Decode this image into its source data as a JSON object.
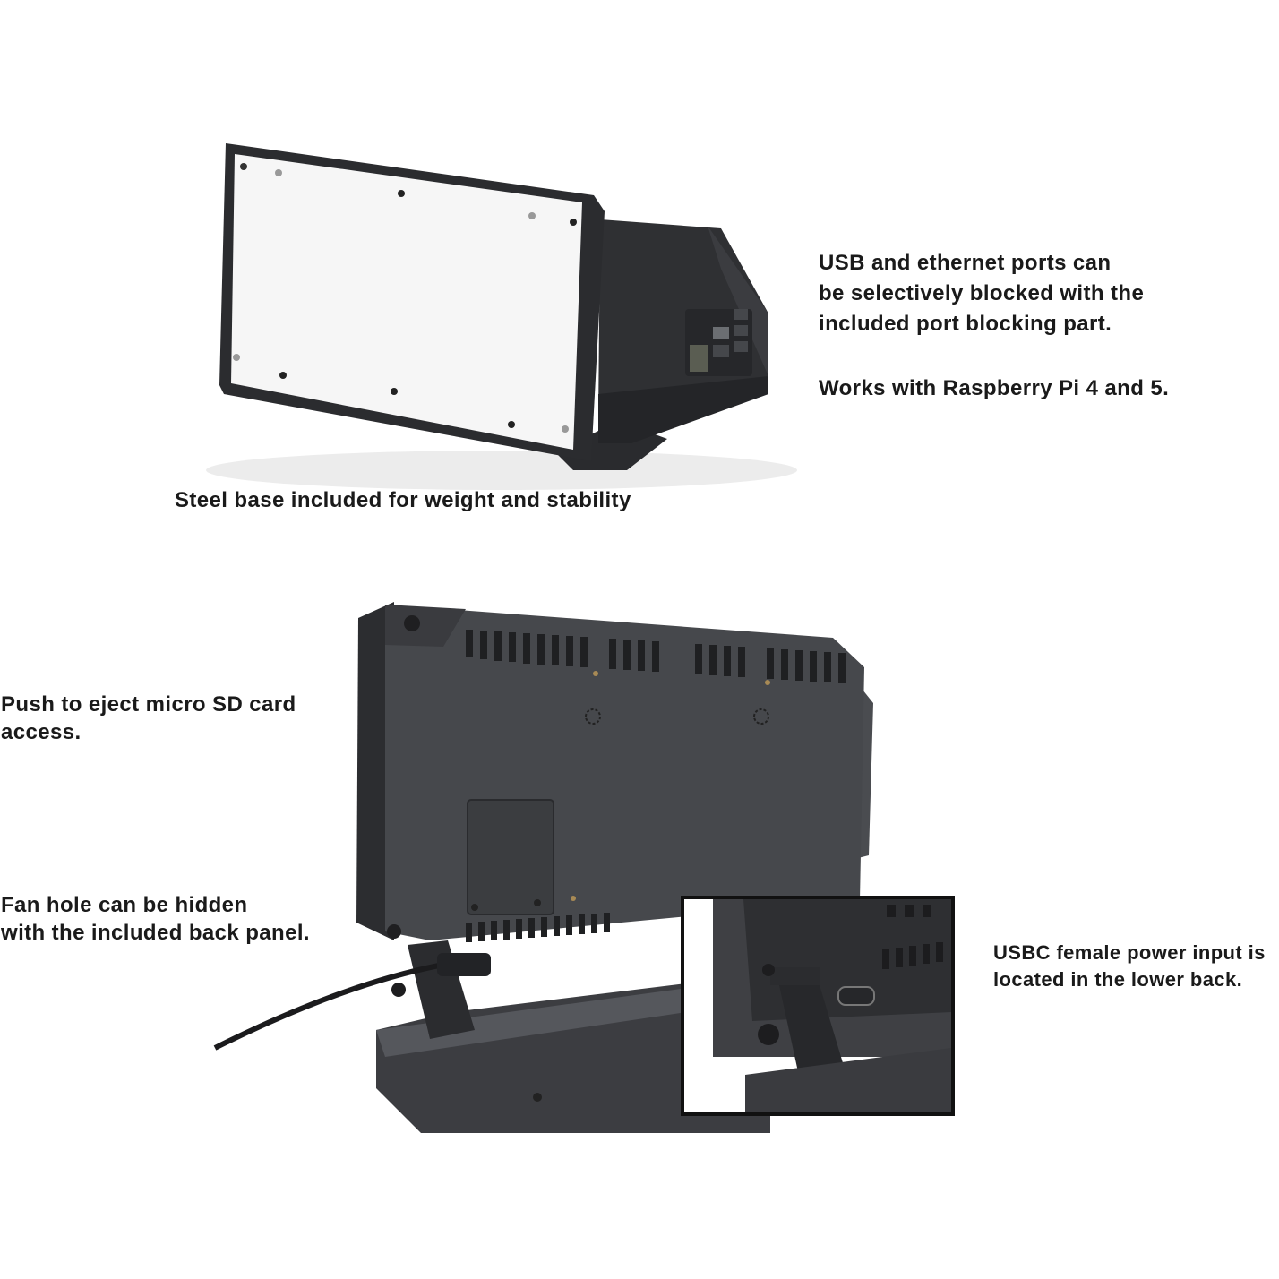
{
  "captions": {
    "ports": {
      "lines": [
        "USB and ethernet ports can",
        "be selectively blocked with the",
        "included port blocking part."
      ]
    },
    "compat": {
      "text": "Works with Raspberry Pi 4 and 5."
    },
    "base": {
      "text": "Steel base included for weight and stability"
    },
    "sdcard": {
      "lines": [
        "Push to eject micro SD card",
        "access."
      ]
    },
    "fan": {
      "lines": [
        "Fan hole can be hidden",
        "with the included back panel."
      ]
    },
    "power": {
      "lines": [
        "USBC female power input is",
        "located in the lower back."
      ]
    }
  },
  "colors": {
    "background": "#ffffff",
    "text": "#1a1a1a",
    "case_dark": "#2c2d30",
    "case_mid": "#3f4044",
    "case_light": "#54565b",
    "panel_white": "#f6f6f6",
    "inset_border": "#111111"
  }
}
